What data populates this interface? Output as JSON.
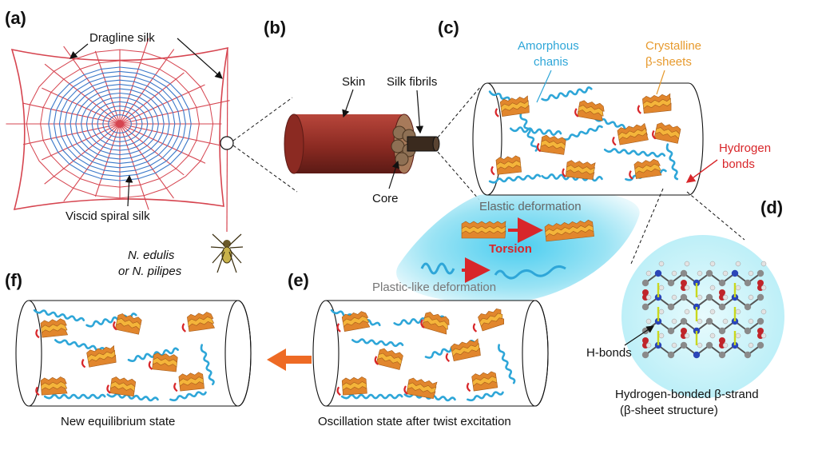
{
  "panels": {
    "a": "(a)",
    "b": "(b)",
    "c": "(c)",
    "d": "(d)",
    "e": "(e)",
    "f": "(f)"
  },
  "web": {
    "dragline": "Dragline silk",
    "viscid": "Viscid spiral silk",
    "species_1": "N. edulis",
    "species_2": "or N. pilipes"
  },
  "fiber": {
    "skin": "Skin",
    "fibrils": "Silk fibrils",
    "core": "Core"
  },
  "structure": {
    "amorphous_1": "Amorphous",
    "amorphous_2": "chanis",
    "crystalline_1": "Crystalline",
    "crystalline_2": "β-sheets",
    "hbonds_1": "Hydrogen",
    "hbonds_2": "bonds"
  },
  "deformation": {
    "elastic": "Elastic deformation",
    "torsion": "Torsion",
    "plastic": "Plastic-like deformation"
  },
  "molecule": {
    "hbonds": "H-bonds",
    "caption_1": "Hydrogen-bonded β-strand",
    "caption_2": "(β-sheet structure)"
  },
  "states": {
    "oscillation": "Oscillation state after twist excitation",
    "equilibrium": "New equilibrium state"
  },
  "colors": {
    "web_red": "#d64550",
    "web_blue": "#3a78c9",
    "amorphous": "#2ea6d8",
    "crystal": "#e79a2e",
    "hbond": "#d8262a",
    "skin": "#8e2a22",
    "glow": "#9ee6f5"
  }
}
